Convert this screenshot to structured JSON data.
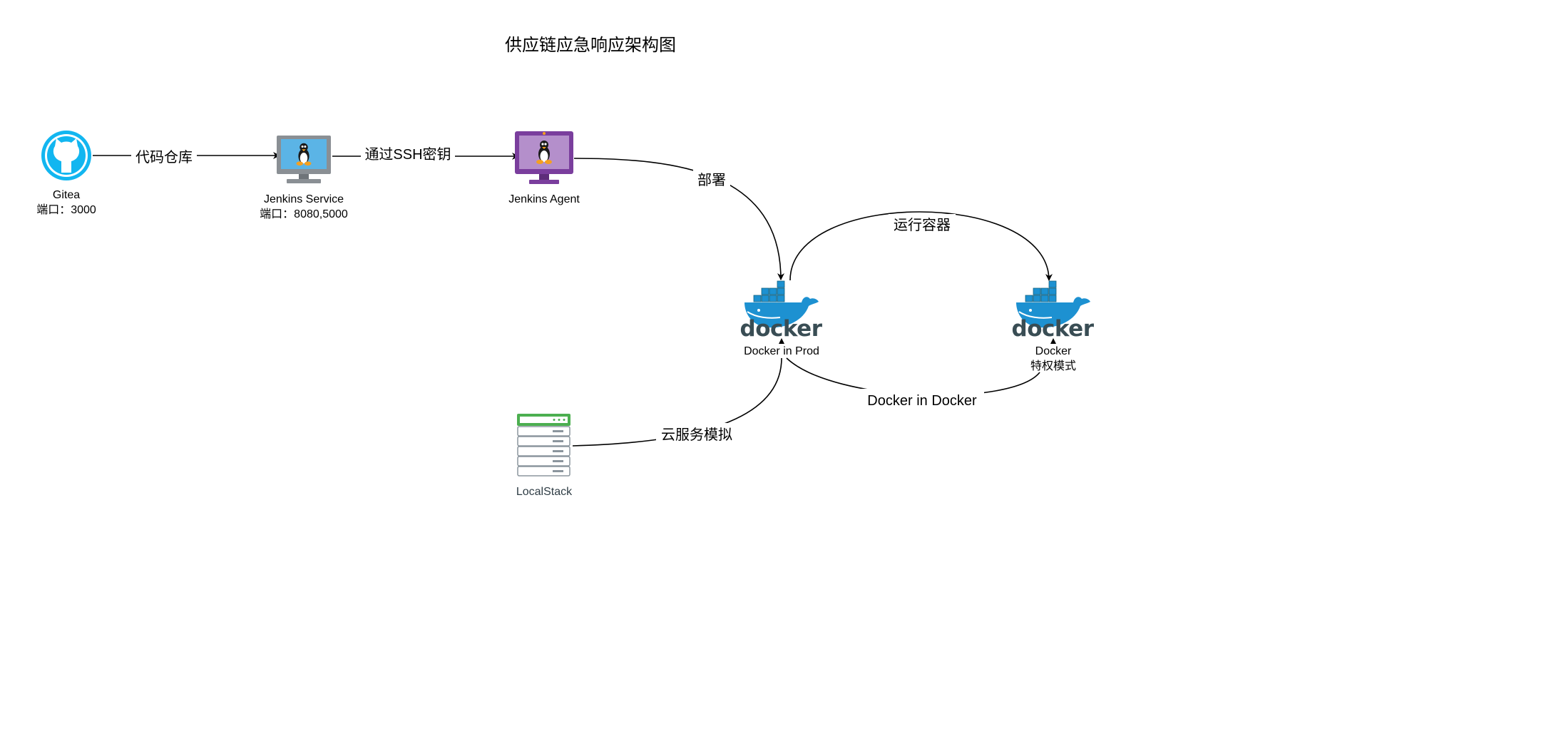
{
  "title": "供应链应急响应架构图",
  "nodes": {
    "gitea": {
      "name": "Gitea",
      "port": "端口：3000",
      "icon": "github-octocat-icon"
    },
    "jenkins_service": {
      "name": "Jenkins Service",
      "port": "端口：8080,5000",
      "icon": "linux-monitor-icon"
    },
    "jenkins_agent": {
      "name": "Jenkins Agent",
      "icon": "linux-monitor-icon"
    },
    "docker_prod": {
      "logo_text": "docker",
      "name": "Docker in Prod",
      "icon": "docker-whale-icon"
    },
    "docker_priv": {
      "logo_text": "docker",
      "name": "Docker",
      "subname": "特权模式",
      "icon": "docker-whale-icon"
    },
    "localstack": {
      "name": "LocalStack",
      "icon": "server-rack-icon"
    }
  },
  "edges": {
    "gitea_to_jenkins": "代码仓库",
    "jenkins_to_agent": "通过SSH密钥",
    "agent_to_prod": "部署",
    "prod_to_priv": "运行容器",
    "priv_to_prod": "Docker in Docker",
    "localstack_to_prod": "云服务模拟"
  },
  "colors": {
    "gitea_blue": "#12b6f0",
    "monitor_gray": "#8a8f94",
    "screen_blue": "#5bb4e6",
    "agent_purple": "#7a3e9d",
    "agent_screen": "#b48fcb",
    "docker_blue": "#1d91d1",
    "docker_dark": "#394d54",
    "server_green": "#4caf50",
    "server_gray": "#8b959d"
  }
}
